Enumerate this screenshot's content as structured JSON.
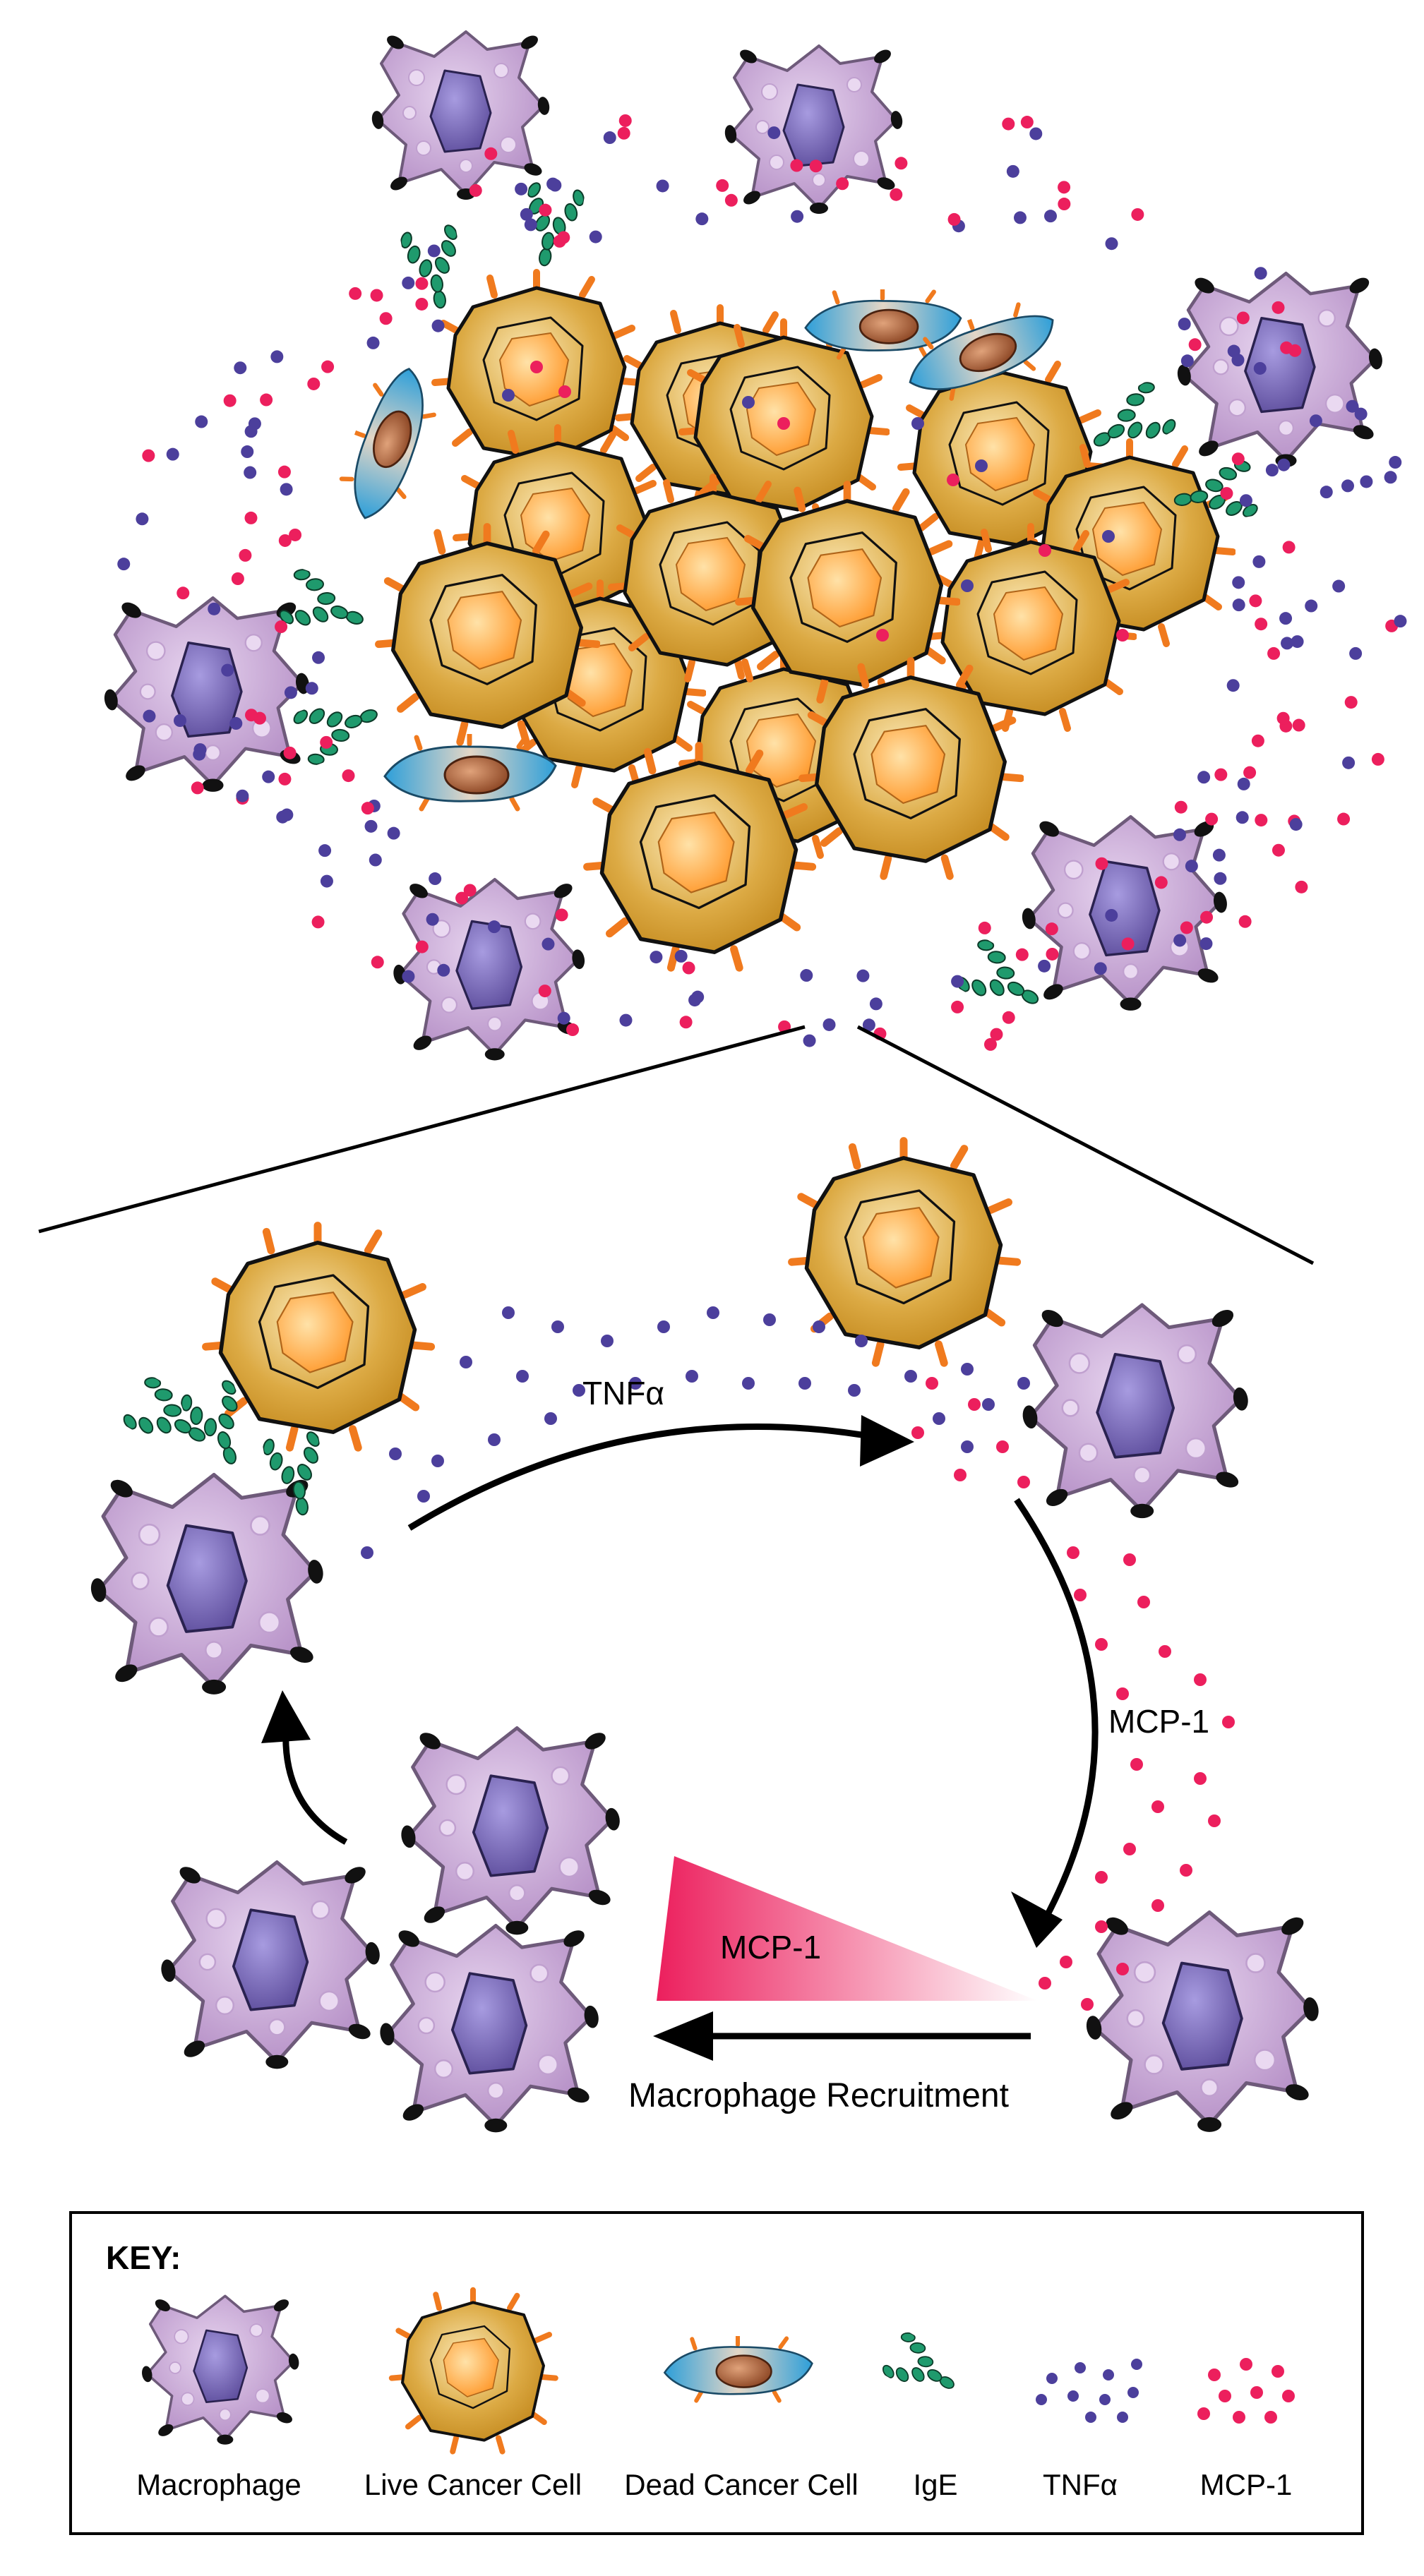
{
  "labels": {
    "tnfa": "TNFα",
    "mcp1_arrow": "MCP-1",
    "mcp1_gradient": "MCP-1",
    "recruitment": "Macrophage Recruitment"
  },
  "key": {
    "title": "KEY:",
    "items": [
      {
        "label": "Macrophage"
      },
      {
        "label": "Live Cancer Cell"
      },
      {
        "label": "Dead Cancer Cell"
      },
      {
        "label": "IgE"
      },
      {
        "label": "TNFα"
      },
      {
        "label": "MCP-1"
      }
    ]
  },
  "colors": {
    "macrophage_body": "#c9a6d6",
    "macrophage_outline": "#6e5a7a",
    "macrophage_nucleus": "#7b6ab3",
    "receptor": "#111111",
    "cancer_body": "#d9a53a",
    "cancer_nucleus": "#ffb04a",
    "cancer_spike": "#f07a1e",
    "dead_cell_outer": "#4fb2e2",
    "dead_cell_nucleus": "#a45a33",
    "ige": "#1f9a6d",
    "tnfa_dot": "#4c3f9c",
    "mcp1_dot": "#ec1f5d",
    "gradient_dark": "#ec1f5d"
  }
}
